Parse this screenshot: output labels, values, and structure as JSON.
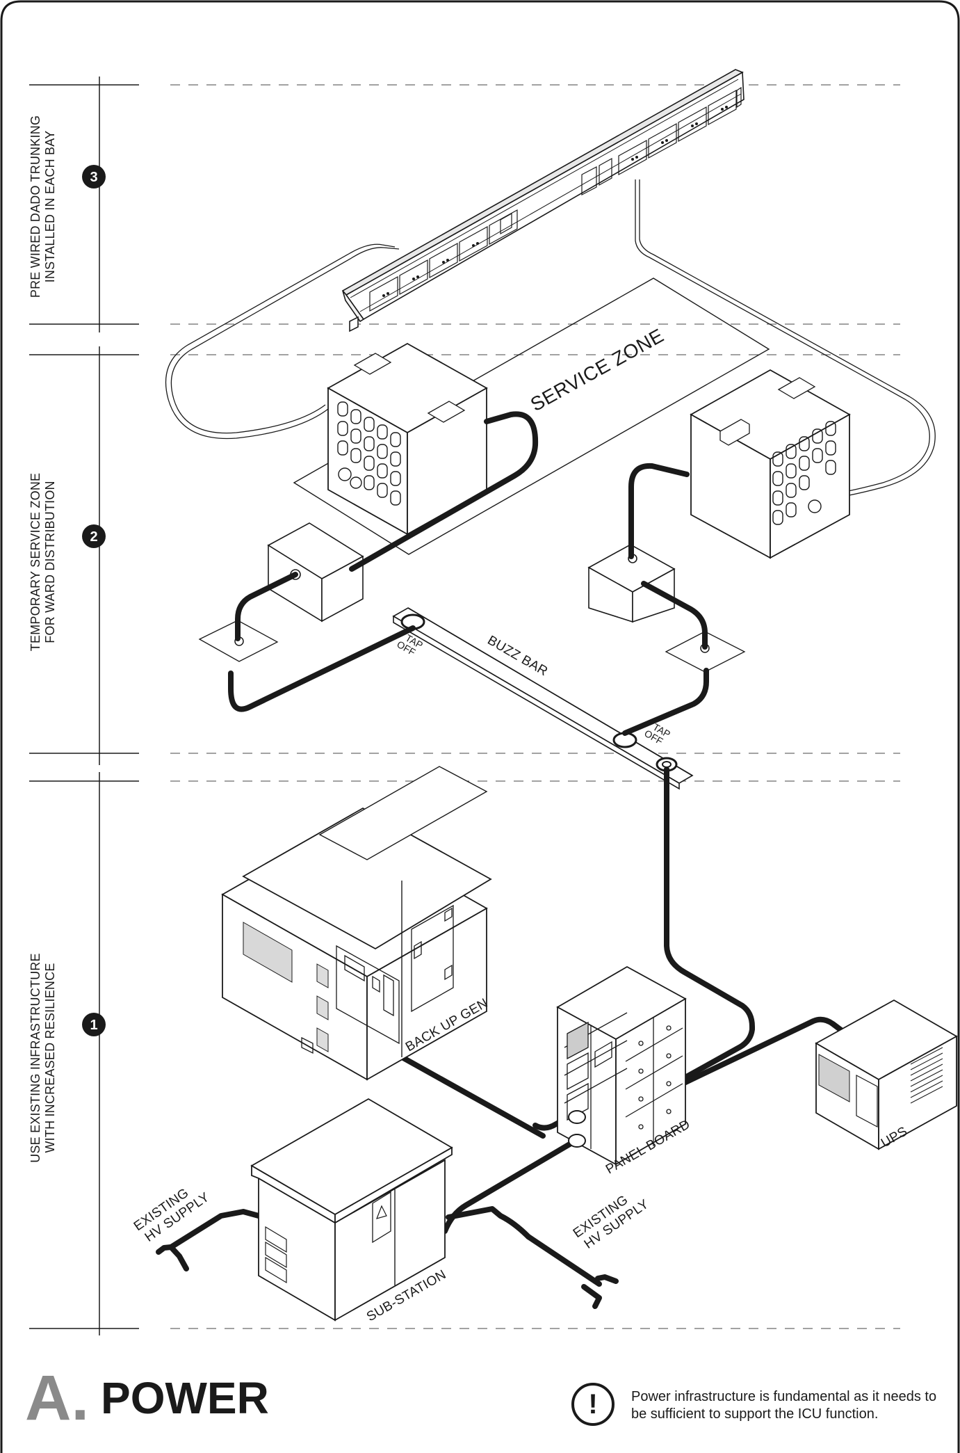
{
  "sections": [
    {
      "number": "3",
      "text_line1": "PRE WIRED DADO TRUNKING",
      "text_line2": "INSTALLED IN EACH BAY"
    },
    {
      "number": "2",
      "text_line1": "TEMPORARY SERVICE ZONE",
      "text_line2": "FOR WARD DISTRIBUTION"
    },
    {
      "number": "1",
      "text_line1": "USE EXISTING INFRASTRUCTURE",
      "text_line2": "WITH INCREASED RESILIENCE"
    }
  ],
  "labels": {
    "service_zone": "SERVICE ZONE",
    "buzz_bar": "BUZZ BAR",
    "tap_off_1_line1": "TAP",
    "tap_off_1_line2": "OFF",
    "tap_off_2_line1": "TAP",
    "tap_off_2_line2": "OFF",
    "back_up_gen": "BACK UP GEN",
    "panel_board": "PANEL BOARD",
    "ups": "UPS",
    "sub_station": "SUB-STATION",
    "hv_left_line1": "EXISTING",
    "hv_left_line2": "HV SUPPLY",
    "hv_right_line1": "EXISTING",
    "hv_right_line2": "HV SUPPLY"
  },
  "footer": {
    "letter": "A.",
    "title": "POWER",
    "note_icon": "!",
    "note": "Power infrastructure is fundamental as it needs to be sufficient to support the ICU function."
  },
  "colors": {
    "ink": "#1a1a1a",
    "letter_grey": "#8a8a8a",
    "paper": "#ffffff"
  }
}
